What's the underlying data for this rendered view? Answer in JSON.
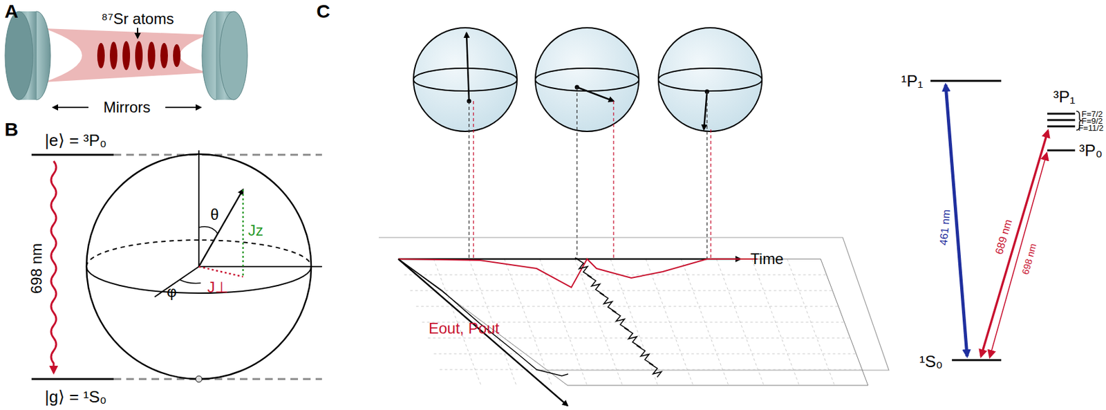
{
  "diagram": {
    "labels": [
      "A",
      "⁸⁷Sr atoms",
      "Mirrors",
      "B",
      "|e⟩ = ³P₀",
      "698 nm",
      "|g⟩ = ¹S₀",
      "θ",
      "Jz",
      "φ",
      "J⊥",
      "C",
      "Time",
      "Eout, Pout",
      "¹P₁",
      "³P₁",
      "F=7/2",
      "F=9/2",
      "F=11/2",
      "³P₀",
      "¹S₀",
      "461 nm",
      "689 nm",
      "698 nm"
    ]
  }
}
